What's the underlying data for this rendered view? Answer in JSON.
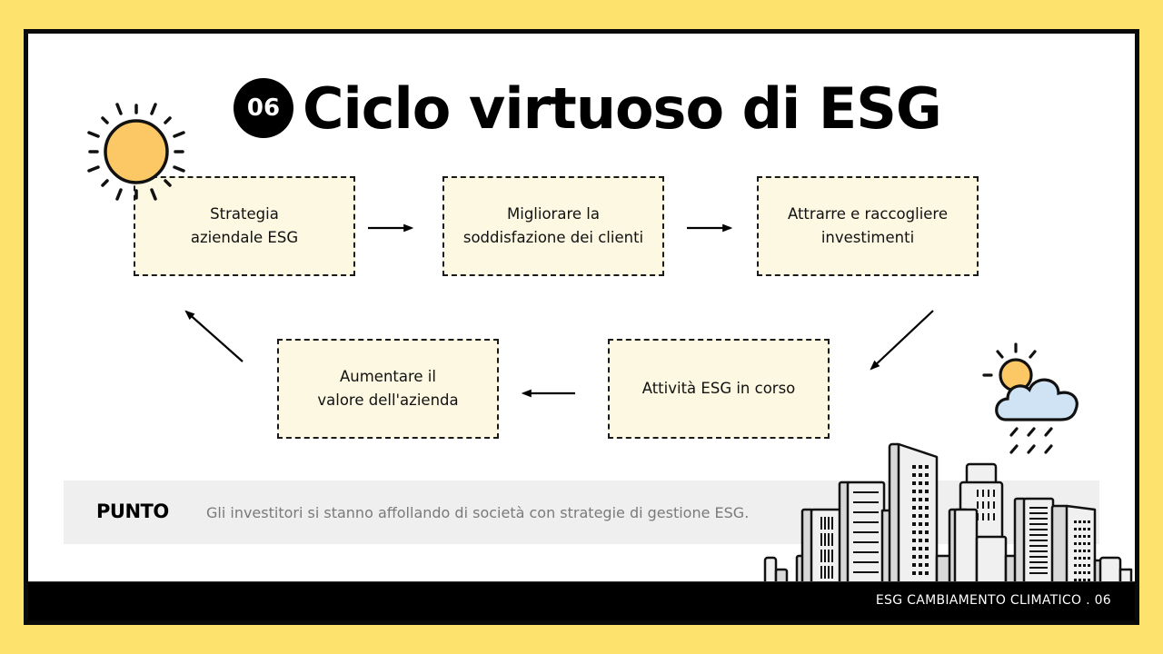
{
  "slide": {
    "number": "06",
    "title": "Ciclo virtuoso di ESG"
  },
  "cycle": {
    "steps": [
      {
        "id": "step-1",
        "label": "Strategia\naziendale ESG"
      },
      {
        "id": "step-2",
        "label": "Migliorare la\nsoddisfazione dei clienti"
      },
      {
        "id": "step-3",
        "label": "Attrarre e raccogliere\ninvestimenti"
      },
      {
        "id": "step-4",
        "label": "Attività ESG in corso"
      },
      {
        "id": "step-5",
        "label": "Aumentare il\nvalore dell'azienda"
      }
    ],
    "flow": [
      "step-1 → step-2",
      "step-2 → step-3",
      "step-3 → step-4",
      "step-4 → step-5",
      "step-5 → step-1"
    ]
  },
  "punto": {
    "label": "PUNTO",
    "text": "Gli investitori si stanno affollando di società con strategie di gestione ESG."
  },
  "footer": {
    "text": "ESG CAMBIAMENTO CLIMATICO . 06"
  },
  "icons": {
    "sun": "sun-icon",
    "weather": "cloud-sun-rain-icon",
    "city": "city-skyline-illustration"
  },
  "colors": {
    "background": "#fde26e",
    "frame_border": "#0a0a0a",
    "box_fill": "#fdf8e1",
    "sun_fill": "#fcc866",
    "cloud_fill": "#cfe3f5",
    "punto_bar": "#f0eff0",
    "footer_bar": "#000000"
  }
}
